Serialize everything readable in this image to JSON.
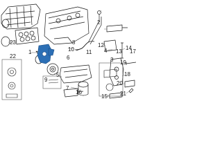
{
  "diagram": {
    "callouts": [
      {
        "id": "c1",
        "text": "1"
      },
      {
        "id": "c2",
        "text": "2"
      },
      {
        "id": "c3",
        "text": "3"
      },
      {
        "id": "c4",
        "text": "4"
      },
      {
        "id": "c5",
        "text": "5"
      },
      {
        "id": "c6",
        "text": "6"
      },
      {
        "id": "c7",
        "text": "7"
      },
      {
        "id": "c8",
        "text": "8"
      },
      {
        "id": "c9",
        "text": "9"
      },
      {
        "id": "c10",
        "text": "10"
      },
      {
        "id": "c11",
        "text": "11"
      },
      {
        "id": "c12",
        "text": "12"
      },
      {
        "id": "c13",
        "text": "13"
      },
      {
        "id": "c14",
        "text": "14"
      },
      {
        "id": "c15",
        "text": "15"
      },
      {
        "id": "c16",
        "text": "16"
      },
      {
        "id": "c17",
        "text": "17"
      },
      {
        "id": "c18",
        "text": "18"
      },
      {
        "id": "c19",
        "text": "19"
      },
      {
        "id": "c20",
        "text": "20"
      },
      {
        "id": "c21",
        "text": "21"
      },
      {
        "id": "c22",
        "text": "22"
      },
      {
        "id": "c23",
        "text": "23"
      }
    ],
    "colors": {
      "outline": "#1a1a1a",
      "highlight": "#2c6fb5",
      "highlight_stroke": "#1d4f86",
      "box_stroke": "#555555"
    }
  }
}
